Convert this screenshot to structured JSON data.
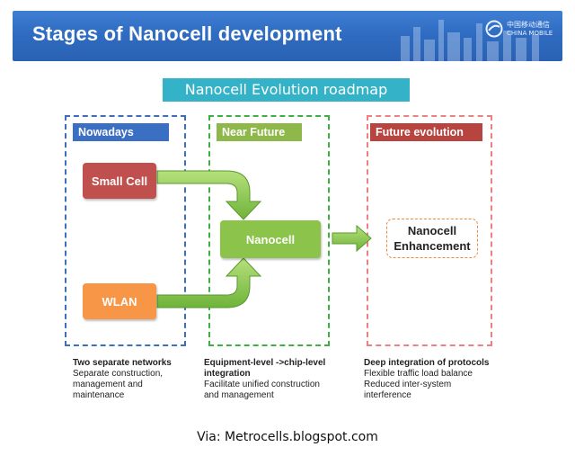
{
  "header": {
    "title": "Stages of Nanocell development",
    "logo_cn": "中国移动通信",
    "logo_en": "CHINA MOBILE"
  },
  "roadmap_title": "Nanocell Evolution roadmap",
  "stages": {
    "nowadays": {
      "label": "Nowadays",
      "nodes": [
        "Small Cell",
        "WLAN"
      ],
      "desc_title": "Two separate networks",
      "desc_lines": [
        "Separate construction,",
        "management and",
        "maintenance"
      ]
    },
    "near_future": {
      "label": "Near Future",
      "node": "Nanocell",
      "desc_title_lines": [
        "Equipment-level ->chip-level",
        "integration"
      ],
      "desc_lines": [
        "Facilitate unified construction",
        "and management"
      ]
    },
    "future_evolution": {
      "label": "Future evolution",
      "node_lines": [
        "Nanocell",
        "Enhancement"
      ],
      "desc_title": "Deep integration of protocols",
      "desc_lines": [
        "Flexible traffic load balance",
        "Reduced inter-system",
        "interference"
      ]
    }
  },
  "colors": {
    "header_blue": "#2f6cc2",
    "roadmap_teal": "#34b2c8",
    "nowadays_blue": "#3b6fc3",
    "near_green": "#8fb84a",
    "future_red": "#b7443f",
    "small_cell": "#c0504d",
    "wlan": "#f79646",
    "nanocell": "#8cc34b",
    "arrow_green": "#7cc142"
  },
  "icons": [
    "china-mobile-logo-icon",
    "green-arrow-icon"
  ],
  "footer": "Via: Metrocells.blogspot.com"
}
